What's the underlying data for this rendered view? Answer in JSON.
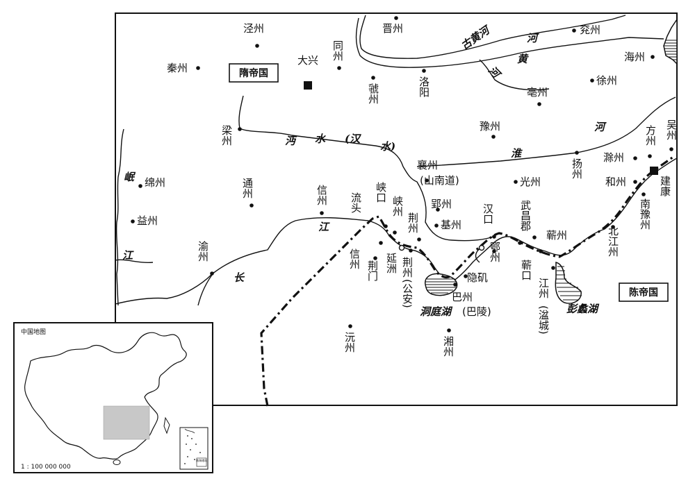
{
  "map": {
    "states": [
      {
        "label": "隋帝国"
      },
      {
        "label": "陈帝国"
      }
    ],
    "capitals": [
      {
        "label": "大兴"
      },
      {
        "label": "建康"
      }
    ],
    "cities": [
      {
        "label": "泾州"
      },
      {
        "label": "秦州"
      },
      {
        "label": "同州"
      },
      {
        "label": "晋州"
      },
      {
        "label": "虢州"
      },
      {
        "label": "洛阳"
      },
      {
        "label": "兖州"
      },
      {
        "label": "海州"
      },
      {
        "label": "亳州"
      },
      {
        "label": "徐州"
      },
      {
        "label": "梁州"
      },
      {
        "label": "豫州"
      },
      {
        "label": "方州"
      },
      {
        "label": "吴州"
      },
      {
        "label": "滁州"
      },
      {
        "label": "扬州"
      },
      {
        "label": "和州"
      },
      {
        "label": "南豫州"
      },
      {
        "label": "绵州"
      },
      {
        "label": "益州"
      },
      {
        "label": "通州"
      },
      {
        "label": "信州"
      },
      {
        "label": "流头"
      },
      {
        "label": "峡口"
      },
      {
        "label": "峡州"
      },
      {
        "label": "襄州"
      },
      {
        "label": "(山南道)"
      },
      {
        "label": "郢州"
      },
      {
        "label": "基州"
      },
      {
        "label": "光州"
      },
      {
        "label": "荆州"
      },
      {
        "label": "汉口"
      },
      {
        "label": "武昌郡"
      },
      {
        "label": "蕲州"
      },
      {
        "label": "北江州"
      },
      {
        "label": "渝州"
      },
      {
        "label": "信州"
      },
      {
        "label": "荆门"
      },
      {
        "label": "延洲"
      },
      {
        "label": "荆州"
      },
      {
        "label": "(公安)"
      },
      {
        "label": "巴州"
      },
      {
        "label": "隐矶"
      },
      {
        "label": "鄂州"
      },
      {
        "label": "蕲口"
      },
      {
        "label": "江州"
      },
      {
        "label": "(湓城)"
      },
      {
        "label": "(巴陵)"
      },
      {
        "label": "沅州"
      },
      {
        "label": "湘州"
      }
    ],
    "rivers": [
      {
        "label": "古黄河"
      },
      {
        "label": "河"
      },
      {
        "label": "黄"
      },
      {
        "label": "河"
      },
      {
        "label": "沔"
      },
      {
        "label": "水"
      },
      {
        "label": "(汉"
      },
      {
        "label": "水)"
      },
      {
        "label": "淮"
      },
      {
        "label": "河"
      },
      {
        "label": "岷"
      },
      {
        "label": "江"
      },
      {
        "label": "江"
      },
      {
        "label": "长"
      }
    ],
    "lakes": [
      {
        "label": "洞庭湖"
      },
      {
        "label": "彭蠡湖"
      }
    ]
  },
  "inset": {
    "title": "中国地图",
    "scale": "1 : 100 000 000",
    "south_sea_label": "南海诸岛"
  }
}
